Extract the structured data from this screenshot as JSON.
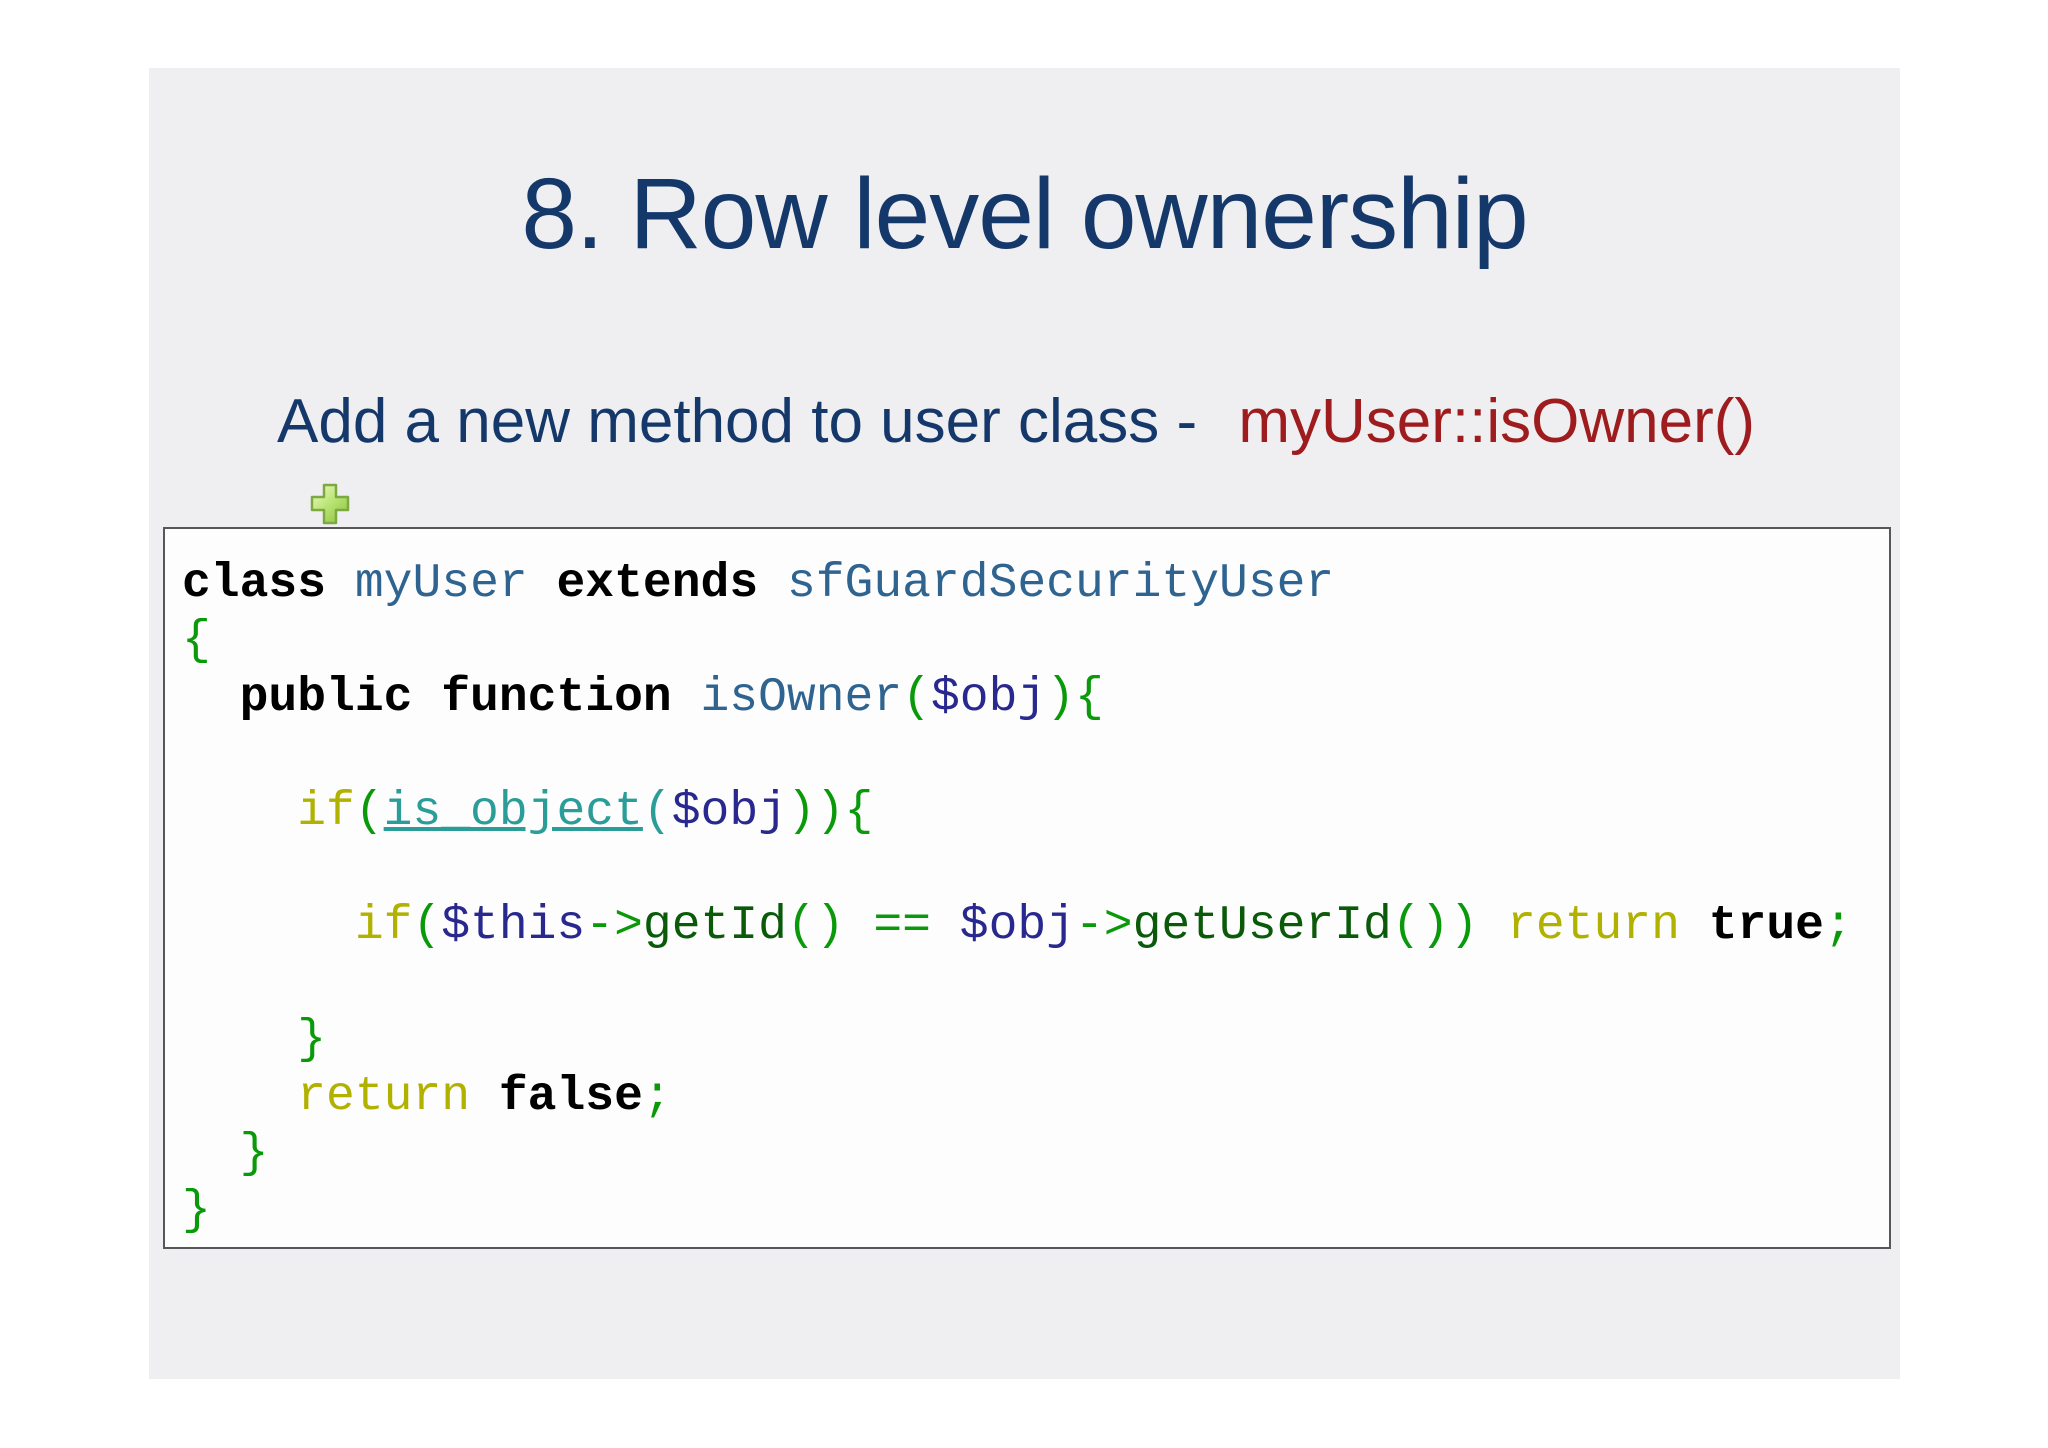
{
  "slide": {
    "title": "8. Row level ownership",
    "bullet": {
      "icon": "plus-bullet-icon",
      "text_main": "Add a new method to user class - ",
      "text_highlight": "myUser::isOwner()"
    },
    "colors": {
      "page_background": "#ffffff",
      "slide_background": "#efeef0",
      "title": "#15386b",
      "bullet_text": "#15386b",
      "bullet_highlight": "#9e1b1e",
      "bullet_icon_green": "#8dc640",
      "code_border": "#57575b",
      "code_background": "#fdfdfe"
    },
    "code": {
      "palette": {
        "kw": {
          "color": "#000000",
          "bold": true
        },
        "id": {
          "color": "#2f6491"
        },
        "br": {
          "color": "#099909"
        },
        "var": {
          "color": "#28288e"
        },
        "ctrl": {
          "color": "#b1b100"
        },
        "fn": {
          "color": "#2a9d98",
          "underline": true
        },
        "fnp": {
          "color": "#2a9d98"
        },
        "me": {
          "color": "#0a5a0a"
        },
        "pl": {
          "color": "#000000"
        }
      },
      "lines": [
        [
          {
            "t": "class",
            "c": "kw"
          },
          {
            "t": " ",
            "c": "pl"
          },
          {
            "t": "myUser",
            "c": "id"
          },
          {
            "t": " ",
            "c": "pl"
          },
          {
            "t": "extends",
            "c": "kw"
          },
          {
            "t": " ",
            "c": "pl"
          },
          {
            "t": "sfGuardSecurityUser",
            "c": "id"
          }
        ],
        [
          {
            "t": "{",
            "c": "br"
          }
        ],
        [
          {
            "t": "  ",
            "c": "pl"
          },
          {
            "t": "public function",
            "c": "kw"
          },
          {
            "t": " ",
            "c": "pl"
          },
          {
            "t": "isOwner",
            "c": "id"
          },
          {
            "t": "(",
            "c": "br"
          },
          {
            "t": "$obj",
            "c": "var"
          },
          {
            "t": "){",
            "c": "br"
          }
        ],
        [],
        [
          {
            "t": "    ",
            "c": "pl"
          },
          {
            "t": "if",
            "c": "ctrl"
          },
          {
            "t": "(",
            "c": "br"
          },
          {
            "t": "is_object",
            "c": "fn"
          },
          {
            "t": "(",
            "c": "fnp"
          },
          {
            "t": "$obj",
            "c": "var"
          },
          {
            "t": "))",
            "c": "br"
          },
          {
            "t": "{",
            "c": "br"
          }
        ],
        [],
        [
          {
            "t": "      ",
            "c": "pl"
          },
          {
            "t": "if",
            "c": "ctrl"
          },
          {
            "t": "(",
            "c": "br"
          },
          {
            "t": "$this",
            "c": "var"
          },
          {
            "t": "->",
            "c": "br"
          },
          {
            "t": "getId",
            "c": "me"
          },
          {
            "t": "()",
            "c": "br"
          },
          {
            "t": " ",
            "c": "pl"
          },
          {
            "t": "==",
            "c": "br"
          },
          {
            "t": " ",
            "c": "pl"
          },
          {
            "t": "$obj",
            "c": "var"
          },
          {
            "t": "->",
            "c": "br"
          },
          {
            "t": "getUserId",
            "c": "me"
          },
          {
            "t": "())",
            "c": "br"
          },
          {
            "t": " ",
            "c": "pl"
          },
          {
            "t": "return",
            "c": "ctrl"
          },
          {
            "t": " ",
            "c": "pl"
          },
          {
            "t": "true",
            "c": "kw"
          },
          {
            "t": ";",
            "c": "br"
          }
        ],
        [],
        [
          {
            "t": "    ",
            "c": "pl"
          },
          {
            "t": "}",
            "c": "br"
          }
        ],
        [
          {
            "t": "    ",
            "c": "pl"
          },
          {
            "t": "return",
            "c": "ctrl"
          },
          {
            "t": " ",
            "c": "pl"
          },
          {
            "t": "false",
            "c": "kw"
          },
          {
            "t": ";",
            "c": "br"
          }
        ],
        [
          {
            "t": "  ",
            "c": "pl"
          },
          {
            "t": "}",
            "c": "br"
          }
        ],
        [
          {
            "t": "}",
            "c": "br"
          }
        ]
      ]
    }
  }
}
